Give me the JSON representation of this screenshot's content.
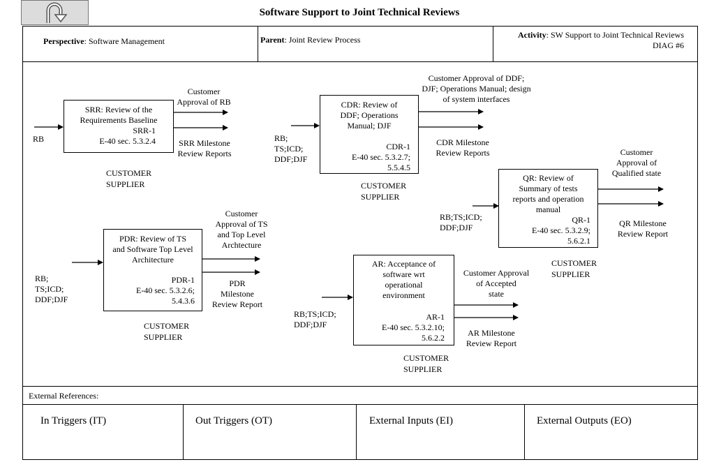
{
  "title": "Software Support to Joint Technical Reviews",
  "header": {
    "perspective_label": "Perspective",
    "perspective_value": ": Software Management",
    "parent_label": "Parent",
    "parent_value": ":  Joint Review Process",
    "activity_label": "Activity",
    "activity_value": ": SW Support to Joint Technical Reviews",
    "diag": "DIAG #6"
  },
  "nodes": {
    "srr": {
      "title": [
        "SRR: Review of the",
        "Requirements Baseline"
      ],
      "ref": [
        "SRR-1",
        "E-40 sec. 5.3.2.4"
      ],
      "input": [
        "RB"
      ],
      "out1": [
        "Customer",
        "Approval of  RB"
      ],
      "out2": [
        "SRR Milestone",
        "Review Reports"
      ],
      "roles": [
        "CUSTOMER",
        "SUPPLIER"
      ]
    },
    "cdr": {
      "title": [
        "CDR: Review of",
        "DDF; Operations",
        "Manual; DJF"
      ],
      "ref": [
        "CDR-1",
        "E-40 sec. 5.3.2.7;",
        "5.5.4.5"
      ],
      "input": [
        "RB;",
        "TS;ICD;",
        "DDF;DJF"
      ],
      "out1": [
        "Customer Approval of   DDF;",
        "DJF; Operations Manual; design",
        "of system interfaces"
      ],
      "out2": [
        "CDR Milestone",
        "Review Reports"
      ],
      "roles": [
        "CUSTOMER",
        "SUPPLIER"
      ]
    },
    "qr": {
      "title": [
        "QR: Review of",
        "Summary of tests",
        "reports and operation",
        "manual"
      ],
      "ref": [
        "QR-1",
        "E-40 sec. 5.3.2.9;",
        "5.6.2.1"
      ],
      "input": [
        "RB;TS;ICD;",
        "DDF;DJF"
      ],
      "out1": [
        "Customer",
        "Approval of",
        "Qualified state"
      ],
      "out2": [
        "QR Milestone",
        "Review Report"
      ],
      "roles": [
        "CUSTOMER",
        "SUPPLIER"
      ]
    },
    "pdr": {
      "title": [
        "PDR: Review of  TS",
        "and Software Top Level",
        "Architecture"
      ],
      "ref": [
        "PDR-1",
        "E-40 sec. 5.3.2.6;",
        "5.4.3.6"
      ],
      "input": [
        "RB;",
        "TS;ICD;",
        "DDF;DJF"
      ],
      "out1": [
        "Customer",
        "Approval of  TS",
        "and Top Level",
        "Archtecture"
      ],
      "out2": [
        "PDR",
        "Milestone",
        "Review Report"
      ],
      "roles": [
        "CUSTOMER",
        "SUPPLIER"
      ]
    },
    "ar": {
      "title": [
        "AR: Acceptance of",
        "software wrt",
        "operational",
        "environment"
      ],
      "ref": [
        "AR-1",
        "E-40 sec. 5.3.2.10;",
        "5.6.2.2"
      ],
      "input": [
        "RB;TS;ICD;",
        "DDF;DJF"
      ],
      "out1": [
        "Customer Approval",
        "of  Accepted",
        "state"
      ],
      "out2": [
        "AR Milestone",
        "Review Report"
      ],
      "roles": [
        "CUSTOMER",
        "SUPPLIER"
      ]
    }
  },
  "external": {
    "label": "External References:",
    "cells": [
      "In Triggers (IT)",
      "Out Triggers (OT)",
      "External Inputs (EI)",
      "External Outputs (EO)"
    ]
  },
  "icons": {
    "back": "u-turn-back-icon"
  },
  "colors": {
    "button_bg": "#dcdcdc",
    "line": "#000000"
  }
}
